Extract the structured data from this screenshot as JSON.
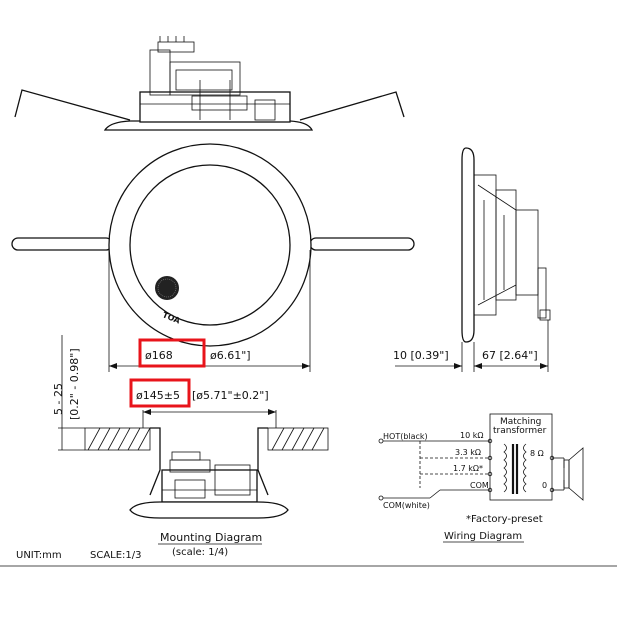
{
  "dimensions": {
    "outer_diameter_mm": "ø168",
    "outer_diameter_in": "ø6.61\"]",
    "cutout_mm": "ø145±5",
    "cutout_in": "[ø5.71\"±0.2\"]",
    "panel_mm": "5 - 25",
    "panel_in": "[0.2\" - 0.98\"]",
    "side_depth_left": "10 [0.39\"]",
    "side_depth_right": "67 [2.64\"]"
  },
  "labels": {
    "brand": "TOA",
    "mounting_title": "Mounting Diagram",
    "mounting_scale": "(scale: 1/4)",
    "wiring_title": "Wiring Diagram",
    "factory_note": "*Factory-preset",
    "unit": "UNIT:mm",
    "scale": "SCALE:1/3"
  },
  "wiring": {
    "transformer_title_1": "Matching",
    "transformer_title_2": "transformer",
    "hot": "HOT(black)",
    "com_terminal": "COM",
    "com_wire": "COM(white)",
    "taps": [
      "10 kΩ",
      "3.3 kΩ",
      "1.7 kΩ*"
    ],
    "speaker_ohm": "8 Ω",
    "speaker_zero": "0"
  },
  "highlight_color": "#e8141b"
}
